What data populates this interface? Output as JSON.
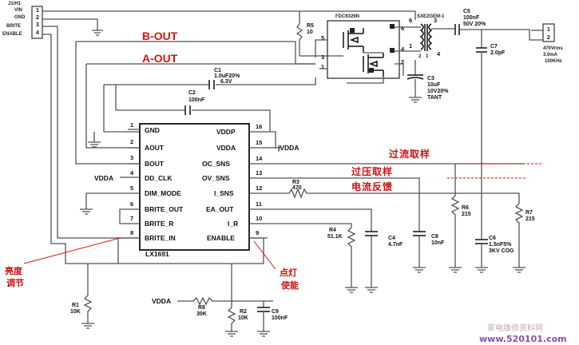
{
  "connector": {
    "name": "J1/H1",
    "pins": [
      "1",
      "2",
      "3",
      "4"
    ],
    "labels": [
      "VIN",
      "GND",
      "BRITE",
      "ENABLE"
    ]
  },
  "mosfet": {
    "part": "FDC6326N"
  },
  "transformer": {
    "part": "SXE2GEM-1"
  },
  "output_connector": {
    "pins": [
      "1",
      "2"
    ],
    "labels": [
      "470Vrms",
      "3.0mA",
      "100KHz"
    ]
  },
  "nets": {
    "b_out": "B-OUT",
    "a_out": "A-OUT",
    "vdda": "VDDA",
    "vdda_net": "|VDDA"
  },
  "ic": {
    "name": "LX1691",
    "left_pins": [
      {
        "num": "1",
        "name": "GND"
      },
      {
        "num": "2",
        "name": "AOUT"
      },
      {
        "num": "3",
        "name": "BOUT"
      },
      {
        "num": "4",
        "name": "DD_CLK"
      },
      {
        "num": "5",
        "name": "DIM_MODE"
      },
      {
        "num": "6",
        "name": "BRITE_OUT"
      },
      {
        "num": "7",
        "name": "BRITE_R"
      },
      {
        "num": "8",
        "name": "BRITE_IN"
      }
    ],
    "right_pins": [
      {
        "num": "16",
        "name": "VDDP"
      },
      {
        "num": "15",
        "name": "VDDA"
      },
      {
        "num": "14",
        "name": "OC_SNS"
      },
      {
        "num": "13",
        "name": "OV_SNS"
      },
      {
        "num": "12",
        "name": "I_SNS"
      },
      {
        "num": "11",
        "name": "EA_OUT"
      },
      {
        "num": "10",
        "name": "I_R"
      },
      {
        "num": "9",
        "name": "ENABLE"
      }
    ]
  },
  "components": {
    "r5": {
      "ref": "R5",
      "value": "10"
    },
    "c1": {
      "ref": "C1",
      "value": "1.0uF20%",
      "rating": "6.3V"
    },
    "c2": {
      "ref": "C2",
      "value": "100nF"
    },
    "c3": {
      "ref": "C3",
      "value": "10uF",
      "rating": "10V20%",
      "type": "TANT"
    },
    "c5": {
      "ref": "C5",
      "value": "100nF",
      "rating": "50V 20%"
    },
    "c7": {
      "ref": "C7",
      "value": "2.0pF"
    },
    "r3": {
      "ref": "R3",
      "value": "470"
    },
    "r4": {
      "ref": "R4",
      "value": "51.1K"
    },
    "c4": {
      "ref": "C4",
      "value": "4.7nF"
    },
    "c8": {
      "ref": "C8",
      "value": "10nF"
    },
    "r6": {
      "ref": "R6",
      "value": "215"
    },
    "c6": {
      "ref": "C6",
      "value": "1.5nF5%",
      "rating": "3KV COG"
    },
    "r7": {
      "ref": "R7",
      "value": "215"
    },
    "r1": {
      "ref": "R1",
      "value": "10K"
    },
    "r8": {
      "ref": "R8",
      "value": "30K"
    },
    "r2": {
      "ref": "R2",
      "value": "10K"
    },
    "c9": {
      "ref": "C9",
      "value": "100nF"
    }
  },
  "annotations": {
    "overcurrent": "过流取样",
    "overvoltage": "过压取样",
    "current_feedback": "电流反馈",
    "brightness_1": "亮度",
    "brightness_2": "调节",
    "light_1": "点灯",
    "light_2": "使能"
  },
  "watermark": {
    "line1": "家电维修资料网",
    "line2": "www.520101.com"
  },
  "colors": {
    "wire": "#555555",
    "annotation": "#e01010",
    "chip": "#111111",
    "watermark": "#8a4fb0"
  }
}
